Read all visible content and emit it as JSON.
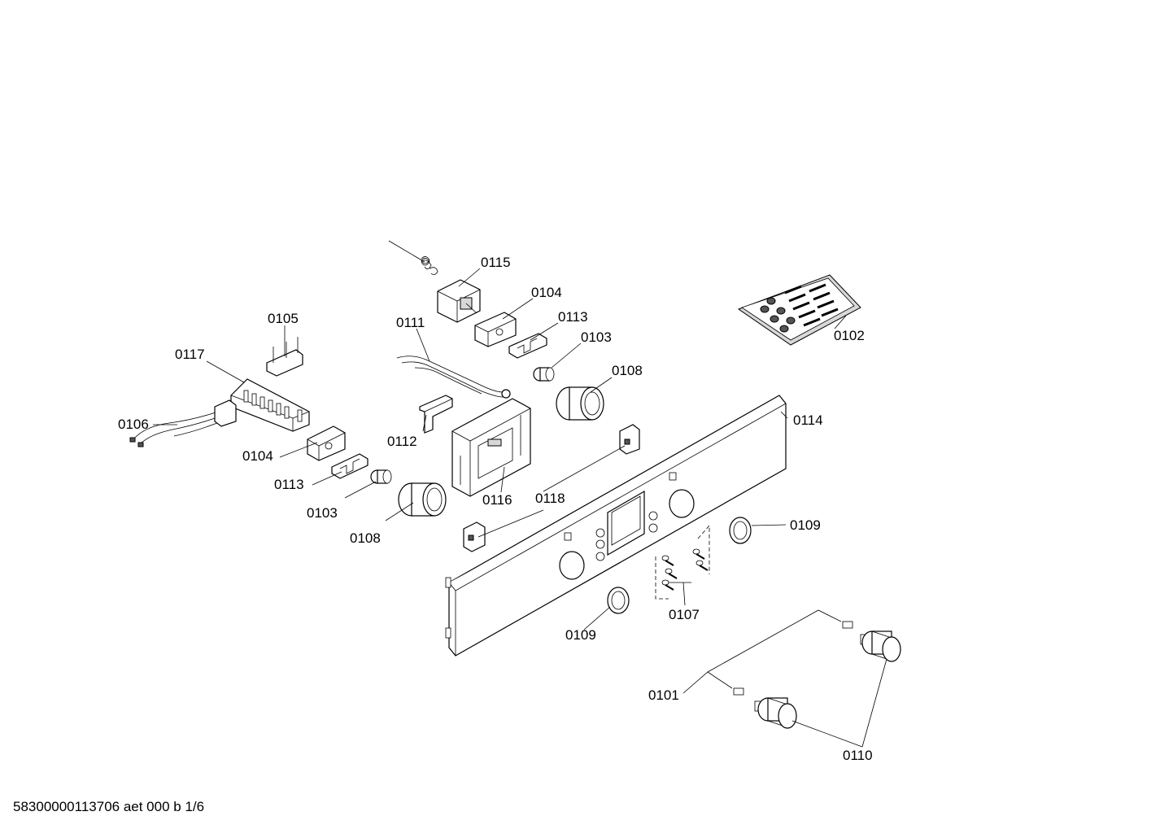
{
  "diagram": {
    "labels": [
      "0101",
      "0102",
      "0103",
      "0103",
      "0104",
      "0104",
      "0105",
      "0106",
      "0107",
      "0108",
      "0108",
      "0109",
      "0109",
      "0110",
      "0111",
      "0112",
      "0113",
      "0113",
      "0114",
      "0115",
      "0116",
      "0117",
      "0118"
    ]
  },
  "footer": {
    "code": "58300000113706 aet 000 b 1/6"
  },
  "colors": {
    "line": "#000000",
    "background": "#ffffff"
  }
}
